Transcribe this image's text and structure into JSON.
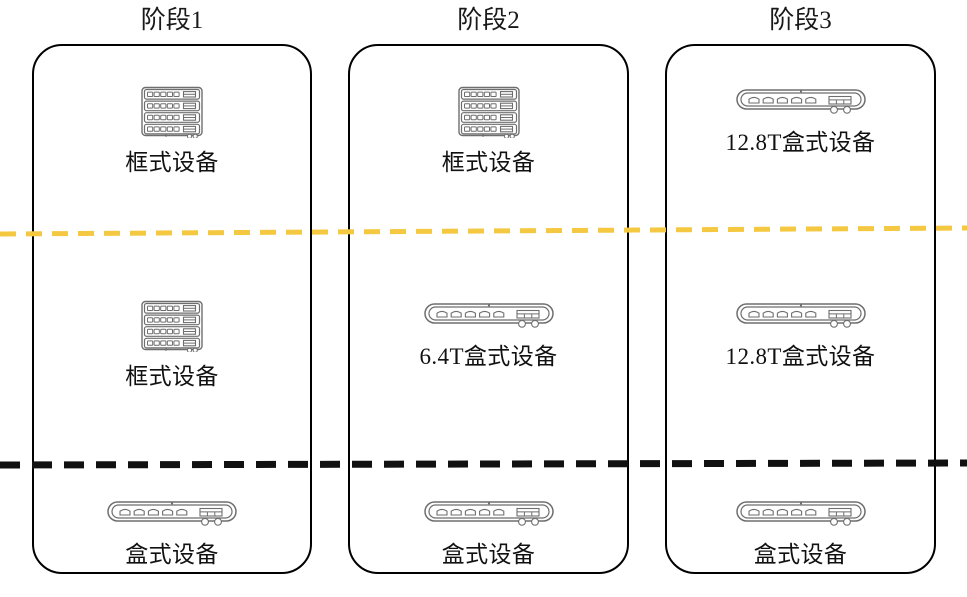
{
  "diagram": {
    "title_row": [
      "阶段1",
      "阶段2",
      "阶段3"
    ],
    "icon_names": {
      "chassis": "chassis-device-icon",
      "box": "box-device-icon"
    },
    "colors": {
      "panel_border": "#000000",
      "text": "#111111",
      "upper_divider": "#F5C842",
      "lower_divider": "#111111",
      "icon_stroke": "#6E6E6E",
      "background": "#FFFFFF"
    },
    "dividers": [
      {
        "name": "upper-divider",
        "style": "dashed",
        "color": "#F5C842",
        "thickness": 5
      },
      {
        "name": "lower-divider",
        "style": "dashed",
        "color": "#111111",
        "thickness": 7
      }
    ],
    "stages": [
      {
        "title": "阶段1",
        "rows": [
          {
            "icon": "chassis",
            "label": "框式设备"
          },
          {
            "icon": "chassis",
            "label": "框式设备"
          },
          {
            "icon": "box",
            "label": "盒式设备"
          }
        ]
      },
      {
        "title": "阶段2",
        "rows": [
          {
            "icon": "chassis",
            "label": "框式设备"
          },
          {
            "icon": "box",
            "label": "6.4T盒式设备"
          },
          {
            "icon": "box",
            "label": "盒式设备"
          }
        ]
      },
      {
        "title": "阶段3",
        "rows": [
          {
            "icon": "box",
            "label": "12.8T盒式设备"
          },
          {
            "icon": "box",
            "label": "12.8T盒式设备"
          },
          {
            "icon": "box",
            "label": "盒式设备"
          }
        ]
      }
    ]
  }
}
